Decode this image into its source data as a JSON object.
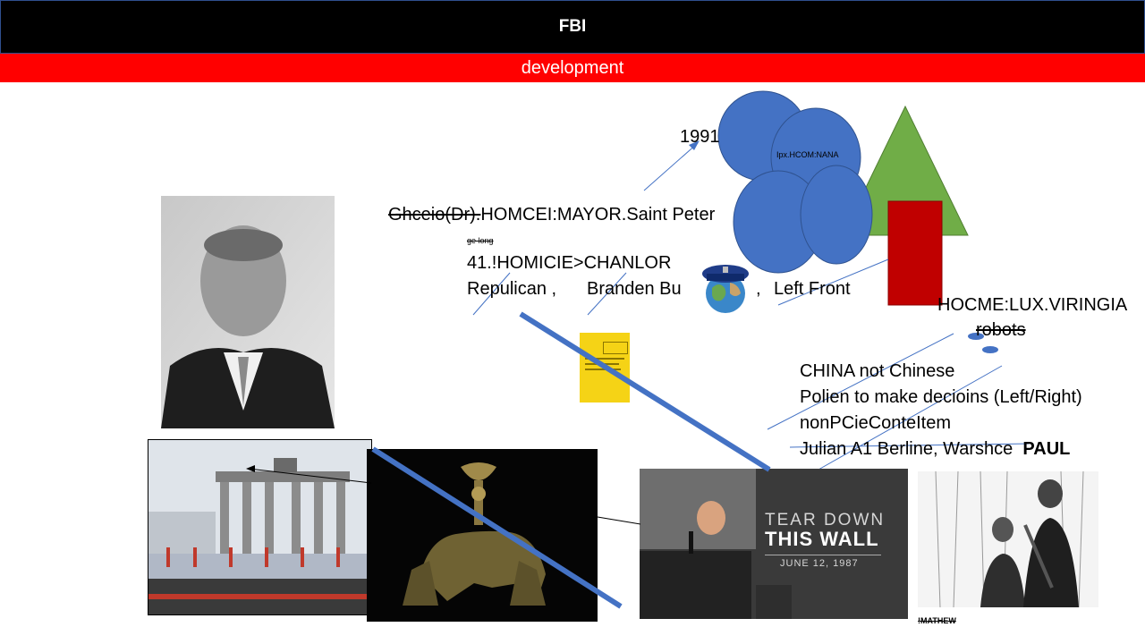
{
  "header": {
    "title": "FBI",
    "subtitle": "development"
  },
  "labels": {
    "year": "1991",
    "circle_label": "Ipx.HCOM:NANA",
    "line1_struck": "Ghceio(Dr).",
    "line1_rest": "HOMCEI:MAYOR.Saint Peter",
    "tiny_struck": "ge long",
    "line2": "41.!HOMICIE>CHANLOR",
    "line3_a": "Repulican ,",
    "line3_b": "Branden Bu",
    "line3_c": ",",
    "line3_d": "Left Front",
    "right_heading": "HOCME:LUX.VIRINGIA",
    "right_struck": "robots",
    "list": [
      "CHINA not Chinese",
      "Polien to make decioins (Left/Right)",
      "nonPCieConteItem"
    ],
    "last_line": "Julian A1 Berline, Warshce",
    "last_bold": "PAUL",
    "mathew": "!MATHEW"
  },
  "photos": {
    "reagan_caption_1": "TEAR DOWN",
    "reagan_caption_2": "THIS WALL",
    "reagan_caption_3": "JUNE 12, 1987"
  },
  "colors": {
    "header_bg": "#000000",
    "subtitle_bg": "#ff0000",
    "shape_blue": "#4472c4",
    "triangle_green": "#70ad47",
    "rect_red": "#c00000",
    "journal_yellow": "#f5d316"
  }
}
